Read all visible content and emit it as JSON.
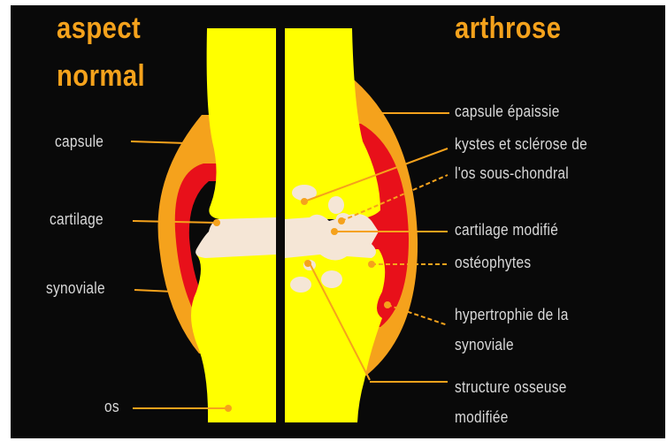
{
  "titles": {
    "left_line1": "aspect",
    "left_line2": "normal",
    "right": "arthrose"
  },
  "labels_left": {
    "capsule": "capsule",
    "cartilage": "cartilage",
    "synoviale": "synoviale",
    "os": "os"
  },
  "labels_right": {
    "capsule_epaissie": "capsule épaissie",
    "kystes_line1": "kystes et sclérose de",
    "kystes_line2": "l'os sous-chondral",
    "cartilage_modifie": "cartilage modifié",
    "osteophytes": "ostéophytes",
    "hypertrophie_line1": "hypertrophie de la",
    "hypertrophie_line2": "synoviale",
    "structure_line1": "structure osseuse",
    "structure_line2": "modifiée"
  },
  "colors": {
    "background": "#090909",
    "bone": "#ffff00",
    "capsule": "#f5a21c",
    "synovial": "#e8101a",
    "cartilage": "#f5e6d6",
    "label_text": "#d9d9d9",
    "leader_line": "#f5a21c"
  }
}
